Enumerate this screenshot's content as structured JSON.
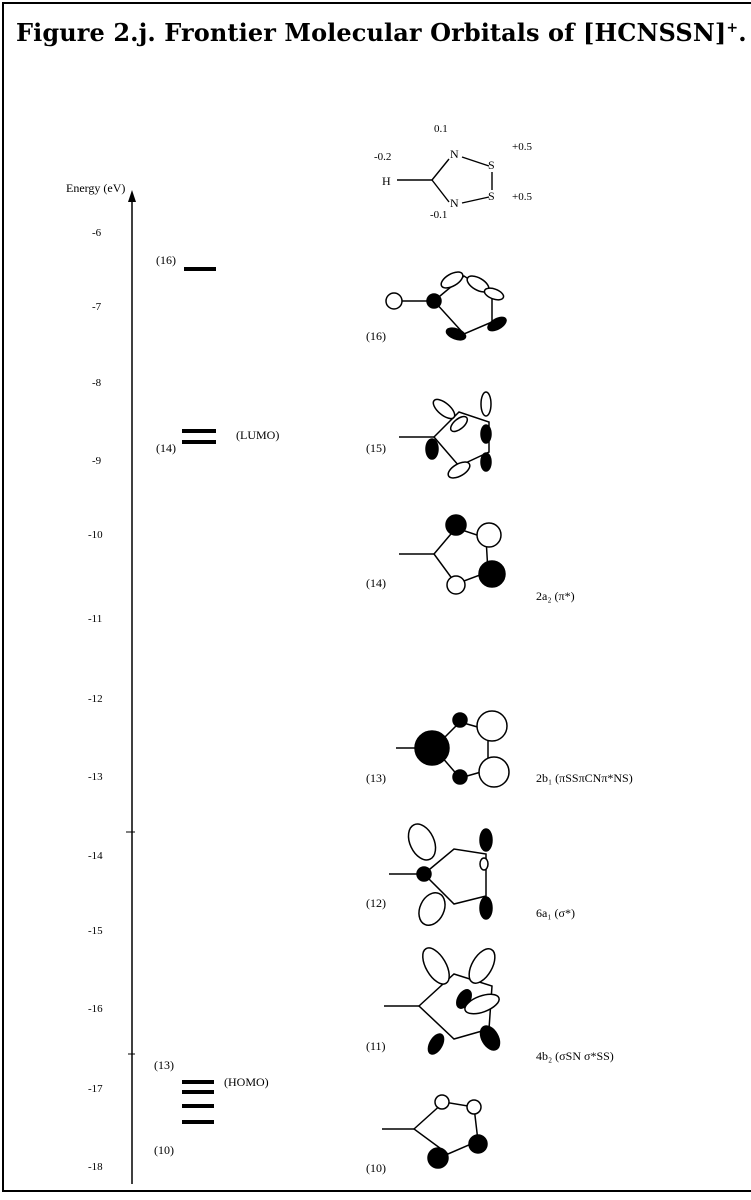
{
  "figure": {
    "title": "Figure 2.j. Frontier Molecular Orbitals of [HCNSSN]",
    "title_sup": "+",
    "title_end": "."
  },
  "energy_axis": {
    "label": "Energy (eV)",
    "ticks": [
      "-6",
      "-7",
      "-8",
      "-9",
      "-10",
      "-11",
      "-12",
      "-13",
      "-14",
      "-15",
      "-16",
      "-17",
      "-18"
    ]
  },
  "levels": [
    {
      "id": "16",
      "label": "(16)",
      "energy": -6.5,
      "lines": 1
    },
    {
      "id": "14",
      "label": "(14)",
      "energy": -8.75,
      "lines": 2,
      "tag": "(LUMO)"
    },
    {
      "id": "13",
      "label": "(13)",
      "energy": -17.2,
      "lines": 4,
      "tag": "(HOMO)"
    },
    {
      "id": "10",
      "label": "(10)",
      "energy": -17.9
    }
  ],
  "charges": {
    "c": "-0.2",
    "n_top": "0.1",
    "n_bottom": "-0.1",
    "s_top": "+0.5",
    "s_bottom": "+0.5"
  },
  "atoms": {
    "h": "H",
    "n": "N",
    "s": "S"
  },
  "orbitals": [
    {
      "id": "16",
      "label": "(16)"
    },
    {
      "id": "15",
      "label": "(15)"
    },
    {
      "id": "14",
      "label": "(14)",
      "symmetry": "2a₂ (π*)"
    },
    {
      "id": "13",
      "label": "(13)",
      "symmetry": "2b₁ (πSSπCNπ*NS)"
    },
    {
      "id": "12",
      "label": "(12)",
      "symmetry": "6a₁ (σ*)"
    },
    {
      "id": "11",
      "label": "(11)",
      "symmetry": "4b₂ (σSN σ*SS)"
    },
    {
      "id": "10",
      "label": "(10)"
    }
  ],
  "colors": {
    "ink": "#000000",
    "paper": "#ffffff"
  }
}
